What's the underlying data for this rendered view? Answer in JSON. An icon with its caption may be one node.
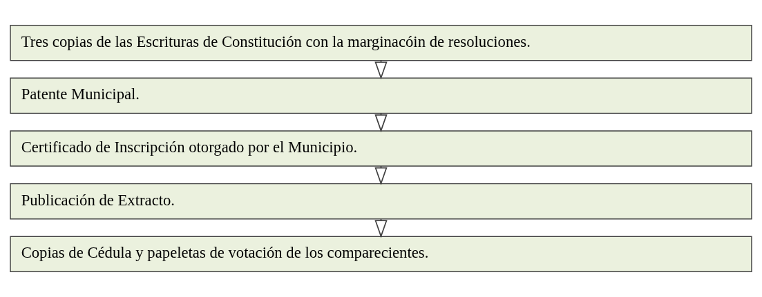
{
  "diagram": {
    "nodes": [
      {
        "text": [
          "Tres copias de las Escrituras de Constitución con la marginacóin de resoluciones."
        ]
      },
      {
        "text": [
          "Patente Municipal."
        ]
      },
      {
        "text": [
          "Certificado de Inscripción otorgado por el Municipio."
        ]
      },
      {
        "text": [
          "Publicación de Extracto."
        ]
      },
      {
        "text": [
          "Copias de Cédula y papeletas de votación de los comparecientes."
        ]
      }
    ],
    "edges": [
      {
        "from": 0,
        "to": 1,
        "arrow": "to"
      },
      {
        "from": 1,
        "to": 2,
        "arrow": "to"
      },
      {
        "from": 2,
        "to": 3,
        "arrow": "to"
      },
      {
        "from": 3,
        "to": 4,
        "arrow": "to"
      }
    ]
  }
}
